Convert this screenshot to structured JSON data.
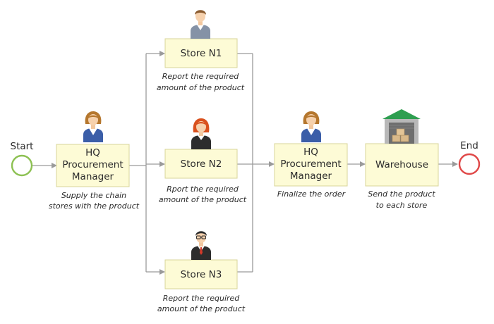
{
  "events": {
    "start": {
      "label": "Start",
      "color": "#8dc153"
    },
    "end": {
      "label": "End",
      "color": "#e04848"
    }
  },
  "tasks": {
    "hq_supply": {
      "lines": [
        "HQ",
        "Procurement",
        "Manager"
      ],
      "caption": [
        "Supply the chain",
        "stores with the product"
      ]
    },
    "store_n1": {
      "lines": [
        "Store N1"
      ],
      "caption": [
        "Report the required",
        "amount of the product"
      ]
    },
    "store_n2": {
      "lines": [
        "Store N2"
      ],
      "caption": [
        "Rport the required",
        "amount of the product"
      ]
    },
    "store_n3": {
      "lines": [
        "Store N3"
      ],
      "caption": [
        "Report the required",
        "amount of the product"
      ]
    },
    "hq_finalize": {
      "lines": [
        "HQ",
        "Procurement",
        "Manager"
      ],
      "caption": [
        "Finalize the order"
      ]
    },
    "warehouse": {
      "lines": [
        "Warehouse"
      ],
      "caption": [
        "Send the product",
        "to each store"
      ]
    }
  },
  "actors": {
    "hq_supply": "female-manager-icon",
    "store_n1": "male-employee-icon",
    "store_n2": "female-redhead-icon",
    "store_n3": "male-glasses-icon",
    "hq_finalize": "female-manager-icon",
    "warehouse": "warehouse-icon"
  },
  "colors": {
    "task_fill": "#fdfbd6",
    "task_border": "#d8d49a",
    "connector": "#9a9a9a"
  }
}
